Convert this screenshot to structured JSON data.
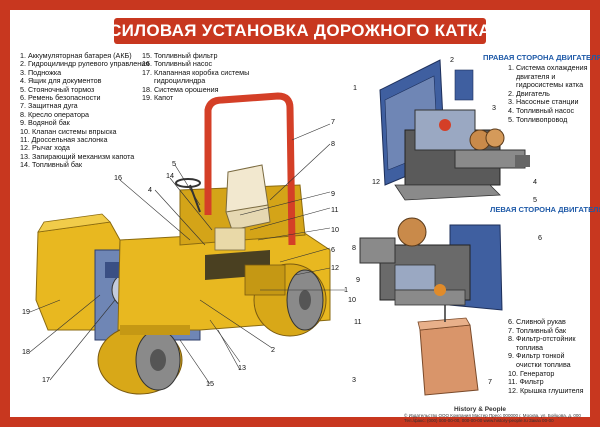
{
  "title": "СИЛОВАЯ УСТАНОВКА  ДОРОЖНОГО КАТКА",
  "legend_left": [
    "1. Аккумуляторная батарея (АКБ)",
    "2. Гидроцилиндр рулевого управления",
    "3. Подножка",
    "4. Ящик для документов",
    "5. Стояночный тормоз",
    "6. Ремень безопасности",
    "7. Защитная дуга",
    "8. Кресло оператора",
    "9. Водяной бак",
    "10. Клапан системы впрыска",
    "11. Дроссельная заслонка",
    "12. Рычаг хода",
    "13. Запирающий механизм капота",
    "14. Топливный бак"
  ],
  "legend_middle": [
    "15. Топливный фильтр",
    "16. Топливный насос",
    "17. Клапанная коробка системы",
    "      гидроцилиндра",
    "18. Система орошения",
    "19. Капот"
  ],
  "right_side_heading": "ПРАВАЯ СТОРОНА ДВИГАТЕЛЯ",
  "right_side_items": [
    "1. Система охлаждения",
    "    двигателя и",
    "    гидросистемы катка",
    "2. Двигатель",
    "3. Насосные станции",
    "4. Топливный насос",
    "5. Топливопровод"
  ],
  "left_side_heading": "ЛЕВАЯ СТОРОНА ДВИГАТЕЛЯ",
  "left_side_items": [
    "6. Сливной рукав",
    "7. Топливный бак",
    "8. Фильтр-отстойник",
    "    топлива",
    "9. Фильтр тонкой",
    "    очистки топлива",
    "10. Генератор",
    "11. Фильтр",
    "12. Крышка глушителя"
  ],
  "roller_callouts": [
    "1",
    "2",
    "3",
    "4",
    "5",
    "6",
    "7",
    "8",
    "9",
    "10",
    "11",
    "12",
    "13",
    "14",
    "15",
    "16",
    "17",
    "18",
    "19"
  ],
  "right_engine_callouts": [
    "1",
    "2",
    "3",
    "4",
    "5",
    "12"
  ],
  "left_engine_callouts": [
    "6",
    "7",
    "8",
    "9",
    "10",
    "11"
  ],
  "brand": "History & People",
  "footer_lines": [
    "© Издательство ООО Компания Мастер Пресс 000000 г. Москва, ул. Бойцова, д. 000",
    "Тел./факс: (000) 000-00-00, 000-00-00 www.history-people.ru Заказ 00-00"
  ],
  "colors": {
    "border": "#c8371f",
    "heading_blue": "#1f5aa8",
    "machine_yellow": "#e8b820",
    "engine_blue": "#3f5fa0",
    "tank_orange": "#d9956a"
  }
}
